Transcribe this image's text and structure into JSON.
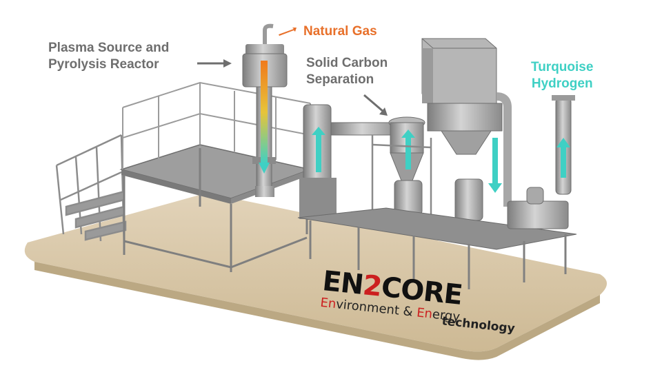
{
  "labels": {
    "natural_gas": "Natural Gas",
    "plasma_line1": "Plasma Source and",
    "plasma_line2": "Pyrolysis Reactor",
    "carbon_line1": "Solid Carbon",
    "carbon_line2": "Separation",
    "hydrogen_line1": "Turquoise",
    "hydrogen_line2": "Hydrogen"
  },
  "logo": {
    "en": "EN",
    "two": "2",
    "core": "CORE",
    "sub_en": "En",
    "sub_vironment": "vironment & ",
    "sub_en2": "En",
    "sub_ergy": "ergy",
    "technology": "technology"
  },
  "colors": {
    "natural_gas": "#e8702a",
    "label_gray": "#6e6e6e",
    "hydrogen": "#3fd0c4",
    "logo_red": "#cc1f1f",
    "base": "#dccbb0",
    "steel": "#a9a9a9",
    "steel_dark": "#7a7a7a",
    "flow_arrow": "#3fd0c4",
    "flow_hot": "#f07a1c"
  }
}
